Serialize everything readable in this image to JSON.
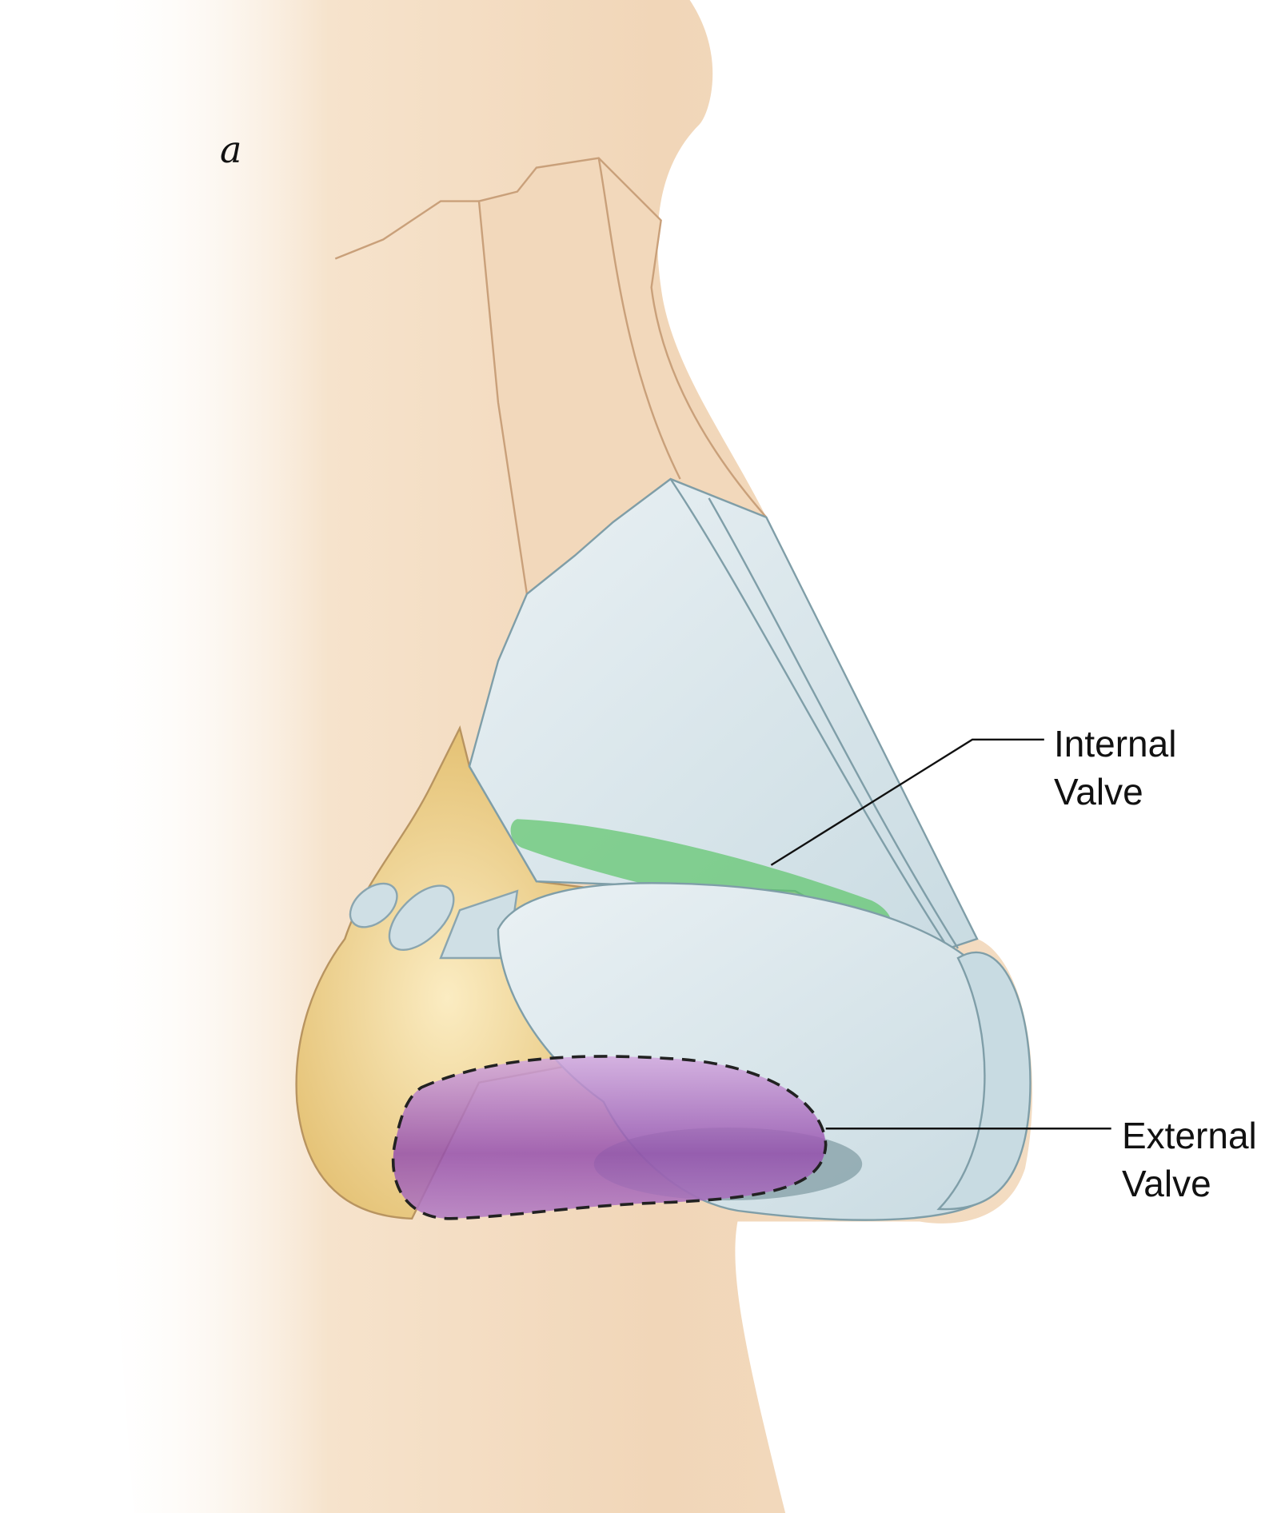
{
  "figure": {
    "panel_label": "a",
    "labels": {
      "internal_valve": [
        "Internal",
        "Valve"
      ],
      "external_valve": [
        "External",
        "Valve"
      ]
    },
    "colors": {
      "skin": "#f3dcc0",
      "bone": "#f2d9bd",
      "cartilage": "#d6e4e9",
      "fat": "#e9c97a",
      "internal_valve_highlight": "#5cc46a",
      "external_valve_highlight": "#a05cb8"
    }
  }
}
